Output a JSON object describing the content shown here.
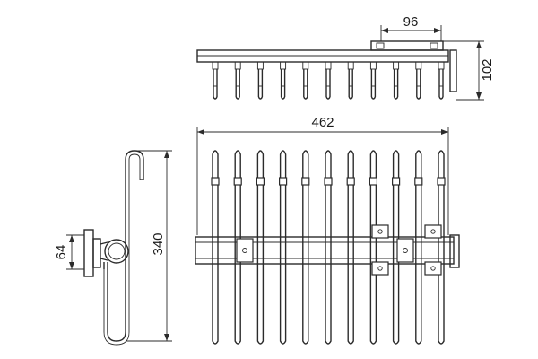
{
  "drawing": {
    "dimensions": {
      "top_width": "96",
      "top_height": "102",
      "overall_length": "462",
      "side_height": "340",
      "side_offset": "64"
    },
    "rod_count": 11,
    "colors": {
      "line": "#2b2b2b",
      "background": "#ffffff"
    }
  }
}
